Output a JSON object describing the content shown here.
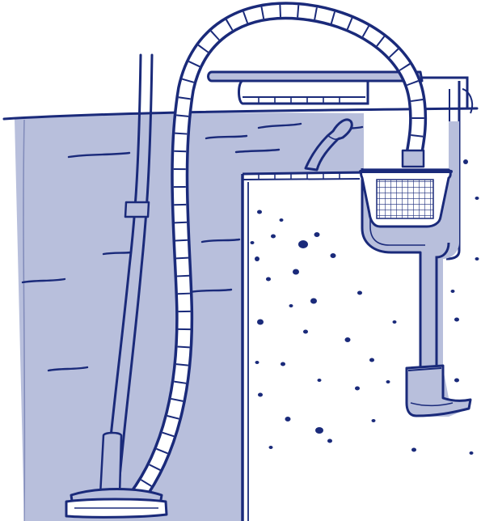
{
  "illustration": {
    "subject": "pool-vacuum-and-skimmer",
    "colors": {
      "ink": "#1a2a7a",
      "water": "#b8bfdc",
      "water_dark": "#a8b0d4",
      "paper": "#ffffff"
    },
    "parts": [
      "pool-water",
      "pool-wall-cross-section",
      "vacuum-pole",
      "vacuum-hose",
      "vacuum-head",
      "skimmer-lid",
      "skimmer-inlet",
      "skimmer-basket",
      "return-jet",
      "soil-speckles"
    ]
  }
}
